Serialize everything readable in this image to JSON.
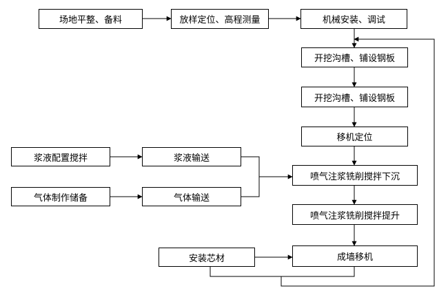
{
  "nodes": {
    "site_prep": "场地平整、备料",
    "layout_survey": "放样定位、高程测量",
    "machine_install": "机械安装、调试",
    "trench_1": "开挖沟槽、铺设钢板",
    "trench_2": "开挖沟槽、铺设钢板",
    "machine_position": "移机定位",
    "slurry_mix": "浆液配置搅拌",
    "slurry_transport": "浆液输送",
    "gas_prep": "气体制作储备",
    "gas_transport": "气体输送",
    "spray_sink": "喷气注浆铣削搅拌下沉",
    "spray_lift": "喷气注浆铣削搅拌提升",
    "core_install": "安装芯材",
    "wall_move": "成墙移机"
  }
}
